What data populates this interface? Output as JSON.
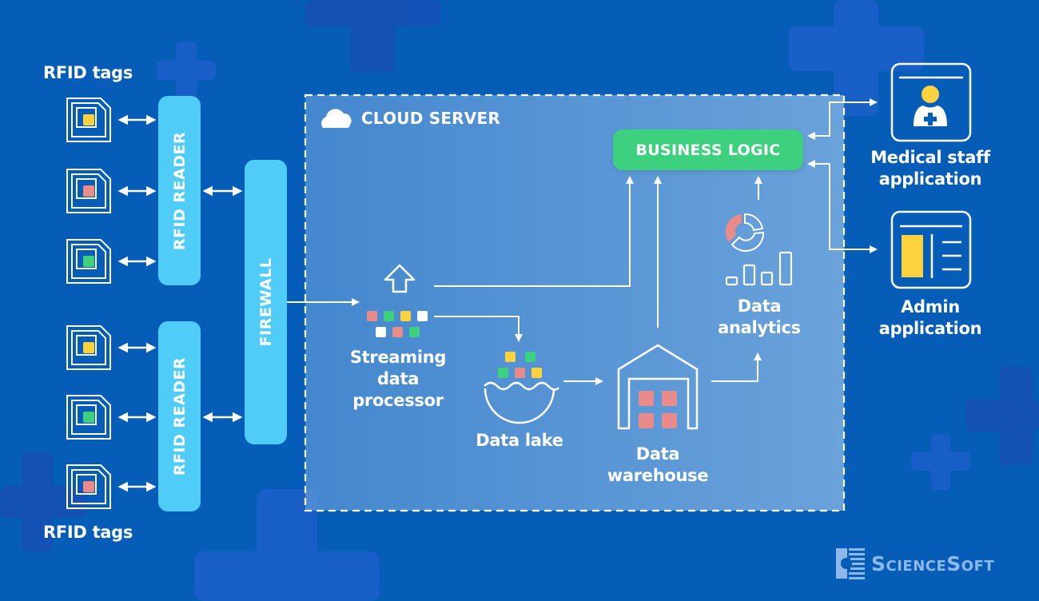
{
  "rfid_tags_top_label": "RFID tags",
  "rfid_tags_bottom_label": "RFID tags",
  "rfid_reader_top_label": "RFID READER",
  "rfid_reader_bottom_label": "RFID READER",
  "firewall_label": "FIREWALL",
  "cloud_server": {
    "title": "CLOUD SERVER",
    "icon": "cloud-icon"
  },
  "business_logic_label": "BUSINESS LOGIC",
  "streaming_processor": {
    "label_line1": "Streaming",
    "label_line2": "data",
    "label_line3": "processor",
    "icon": "upload-arrow-icon"
  },
  "data_lake": {
    "label": "Data lake",
    "icon": "lake-bowl-icon"
  },
  "data_warehouse": {
    "label_line1": "Data",
    "label_line2": "warehouse",
    "icon": "warehouse-icon"
  },
  "data_analytics": {
    "label_line1": "Data",
    "label_line2": "analytics",
    "icon": "analytics-chart-icon"
  },
  "medical_app": {
    "label_line1": "Medical staff",
    "label_line2": "application",
    "icon": "medical-staff-icon"
  },
  "admin_app": {
    "label_line1": "Admin",
    "label_line2": "application",
    "icon": "admin-dashboard-icon"
  },
  "rfid_tags": {
    "top": [
      {
        "chip_color": "#fdd23e"
      },
      {
        "chip_color": "#e98b8b"
      },
      {
        "chip_color": "#3dd17f"
      }
    ],
    "bottom": [
      {
        "chip_color": "#fdd23e"
      },
      {
        "chip_color": "#3dd17f"
      },
      {
        "chip_color": "#e98b8b"
      }
    ]
  },
  "streaming_squares": {
    "row1": [
      "#e98b8b",
      "#3dd17f",
      "#fdd23e",
      "#ffffff"
    ],
    "row2": [
      "#ffffff",
      "#e98b8b",
      "#3dd17f"
    ]
  },
  "lake_squares": {
    "row1": [
      "#fdd23e",
      "#3dd17f"
    ],
    "row2": [
      "#3dd17f",
      "#e98b8b",
      "#fdd23e"
    ]
  },
  "warehouse_squares_color": "#e98b8b",
  "brand": {
    "name": "ScienceSoft",
    "logo_icon": "sciencesoft-logo-icon"
  },
  "colors": {
    "background": "#055db8",
    "reader_bar": "#4fcdf8",
    "business_logic": "#3dd17f",
    "yellow": "#fdd23e",
    "pink": "#e98b8b",
    "green": "#3dd17f"
  }
}
